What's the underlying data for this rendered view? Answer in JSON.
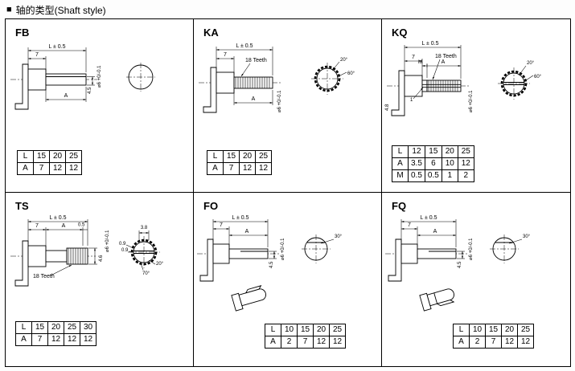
{
  "page": {
    "title_bullet": "■",
    "title": "轴的类型(Shaft style)"
  },
  "cells": {
    "fb": {
      "label": "FB",
      "dims": {
        "length": "L ± 0.5",
        "bush": "7",
        "a": "A",
        "height": "4.5",
        "dia": "⌀6 +0/-0.1"
      },
      "table": [
        [
          "L",
          "15",
          "20",
          "25"
        ],
        [
          "A",
          "7",
          "12",
          "12"
        ]
      ]
    },
    "ka": {
      "label": "KA",
      "dims": {
        "length": "L ± 0.5",
        "bush": "7",
        "a": "A",
        "teeth": "18 Teeth",
        "dia": "⌀6 +0/-0.1",
        "angle1": "20°",
        "angle2": "60°"
      },
      "table": [
        [
          "L",
          "15",
          "20",
          "25"
        ],
        [
          "A",
          "7",
          "12",
          "12"
        ]
      ]
    },
    "kq": {
      "label": "KQ",
      "dims": {
        "length": "L ± 0.5",
        "bush": "7",
        "m": "M",
        "a": "A",
        "teeth": "18 Teeth",
        "height": "4.8",
        "slot": "1",
        "dia": "⌀6 +0/-0.1",
        "angle1": "20°",
        "angle2": "60°"
      },
      "table": [
        [
          "L",
          "12",
          "15",
          "20",
          "25"
        ],
        [
          "A",
          "3.5",
          "6",
          "10",
          "12"
        ],
        [
          "M",
          "0.5",
          "0.5",
          "1",
          "2"
        ]
      ]
    },
    "ts": {
      "label": "TS",
      "dims": {
        "length": "L ± 0.5",
        "bush": "7",
        "a": "A",
        "tip": "0.5",
        "teeth": "18 Teeth",
        "height": "4.6",
        "dia": "⌀6 +0/-0.1",
        "slot_len": "3.8",
        "w1": "0.9",
        "w2": "0.9",
        "angle1": "20°",
        "angle2": "70°"
      },
      "table": [
        [
          "L",
          "15",
          "20",
          "25",
          "30"
        ],
        [
          "A",
          "7",
          "12",
          "12",
          "12"
        ]
      ]
    },
    "fo": {
      "label": "FO",
      "dims": {
        "length": "L ± 0.5",
        "bush": "7",
        "a": "A",
        "height": "4.5",
        "dia": "⌀6 +0/-0.1",
        "angle": "30°"
      },
      "table": [
        [
          "L",
          "10",
          "15",
          "20",
          "25"
        ],
        [
          "A",
          "2",
          "7",
          "12",
          "12"
        ]
      ]
    },
    "fq": {
      "label": "FQ",
      "dims": {
        "length": "L ± 0.5",
        "bush": "7",
        "a": "A",
        "height": "4.5",
        "dia": "⌀6 +0/-0.1",
        "angle": "30°"
      },
      "table": [
        [
          "L",
          "10",
          "15",
          "20",
          "25"
        ],
        [
          "A",
          "2",
          "7",
          "12",
          "12"
        ]
      ]
    }
  }
}
